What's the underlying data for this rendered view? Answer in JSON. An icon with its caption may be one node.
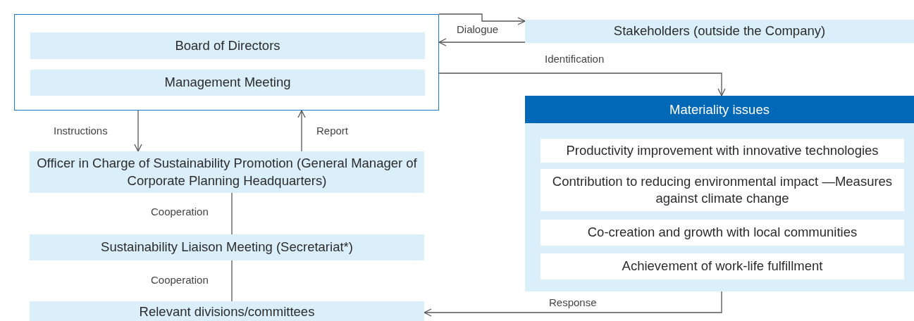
{
  "diagram": {
    "nodes": [
      {
        "text": [],
        "shape": "box"
      },
      {
        "text": [
          "Board of Directors"
        ],
        "in": 0
      },
      {
        "text": [
          "Management Meeting"
        ],
        "in": 0
      },
      {
        "text": [
          "Stakeholders (outside the Company)"
        ]
      },
      {
        "text": [
          "Materiality issues"
        ]
      },
      {
        "text": [
          "Productivity improvement with innovative technologies"
        ],
        "in": 4
      },
      {
        "text": [
          "Contribution to reducing environmental impact —Measures against climate change"
        ],
        "in": 4
      },
      {
        "text": [
          "Co-creation and growth with local communities"
        ],
        "in": 4
      },
      {
        "text": [
          "Achievement of work-life fulfillment"
        ],
        "in": 4
      },
      {
        "text": [
          "Officer in Charge of Sustainability Promotion (General Manager of Corporate Planning Headquarters)"
        ]
      },
      {
        "text": [
          "Sustainability Liaison Meeting (Secretariat*)"
        ]
      },
      {
        "text": [
          "Relevant divisions/committees"
        ]
      }
    ],
    "edges": [
      {
        "from": 0,
        "to": 3,
        "arrow": "to",
        "label": "Dialogue"
      },
      {
        "from": 3,
        "to": 0,
        "arrow": "to"
      },
      {
        "from": 0,
        "to": 4,
        "arrow": "to",
        "label": "Identification"
      },
      {
        "from": 0,
        "to": 9,
        "arrow": "to",
        "label": "Instructions"
      },
      {
        "from": 9,
        "to": 0,
        "arrow": "to",
        "label": "Report"
      },
      {
        "from": 9,
        "to": 10,
        "arrow": "none",
        "label": "Cooperation"
      },
      {
        "from": 10,
        "to": 11,
        "arrow": "none",
        "label": "Cooperation"
      },
      {
        "from": 4,
        "to": 11,
        "arrow": "to",
        "label": "Response"
      }
    ]
  }
}
